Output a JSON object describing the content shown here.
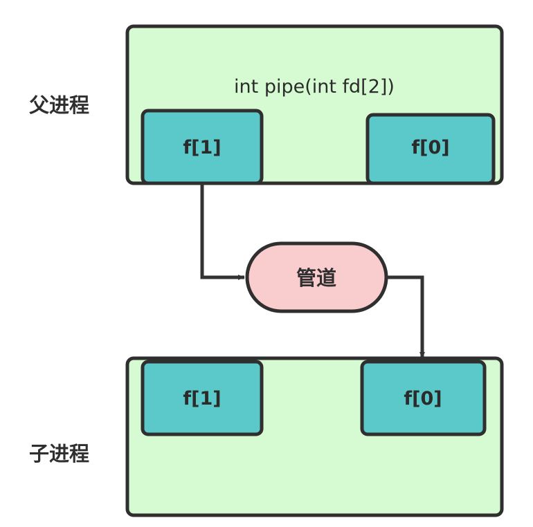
{
  "diagram": {
    "title_text": "int pipe(int fd[2])",
    "colors": {
      "process_fill": "#d6fad1",
      "process_stroke": "#2f2f2f",
      "fd_fill": "#5bc9c9",
      "fd_stroke": "#2f2f2f",
      "pipe_fill": "#f9ccce",
      "pipe_stroke": "#2f2f2f",
      "arrow": "#333333",
      "label_text": "#2f2f2f",
      "background": "#ffffff"
    },
    "labels": {
      "parent_process": "父进程",
      "child_process": "子进程"
    },
    "parent": {
      "title": "int pipe(int fd[2])",
      "write_end": "f[1]",
      "read_end": "f[0]"
    },
    "pipe": {
      "name": "管道"
    },
    "child": {
      "write_end": "f[1]",
      "read_end": "f[0]"
    },
    "flow": [
      {
        "from": "parent.f[1]",
        "to": "pipe",
        "direction": "write"
      },
      {
        "from": "pipe",
        "to": "child.f[0]",
        "direction": "read"
      }
    ]
  }
}
